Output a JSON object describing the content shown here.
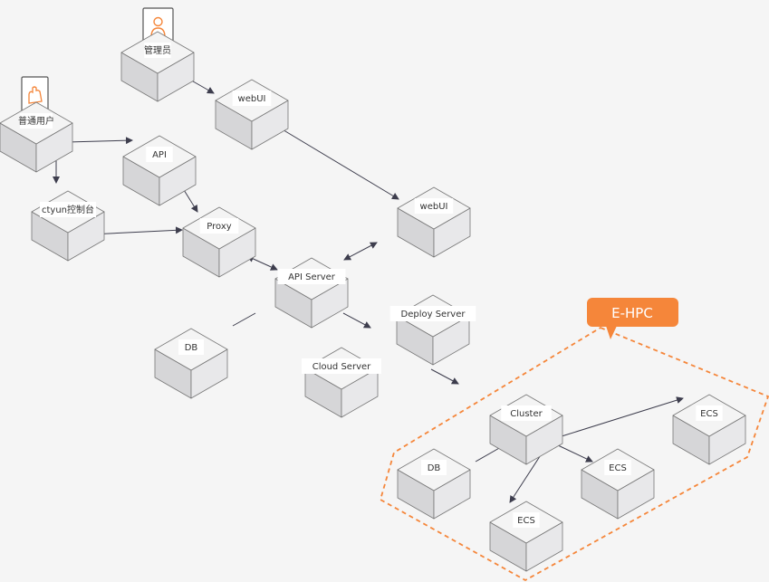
{
  "colors": {
    "accent": "#f5863a",
    "line": "#3d3d4d",
    "box_top": "#f4f4f4",
    "box_side": "#d9d9d9"
  },
  "nodes": {
    "admin": "管理员",
    "normal_user": "普通用户",
    "ctyun_console": "ctyun控制台",
    "api": "API",
    "proxy": "Proxy",
    "webui_top": "webUI",
    "webui_right": "webUI",
    "api_server": "API Server",
    "db_left": "DB",
    "cloud_server": "Cloud Server",
    "deploy_server": "Deploy Server",
    "cluster": "Cluster",
    "db_cluster": "DB",
    "ecs_top": "ECS",
    "ecs_mid": "ECS",
    "ecs_bottom": "ECS"
  },
  "group": {
    "label": "E-HPC"
  },
  "icons": {
    "admin": "person-monitor-icon",
    "user": "hand-monitor-icon"
  }
}
